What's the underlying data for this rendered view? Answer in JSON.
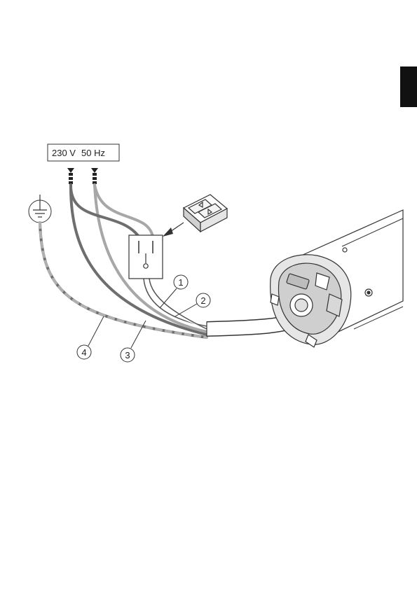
{
  "supply": {
    "voltage_label": "230 V",
    "frequency_label": "50 Hz"
  },
  "callouts": [
    "1",
    "2",
    "3",
    "4"
  ],
  "colors": {
    "tab": "#111111",
    "line": "#333333",
    "wire_dark": "#6e6e6e",
    "wire_light": "#a7a7a7",
    "ground_dash": "#b0b0b0"
  }
}
